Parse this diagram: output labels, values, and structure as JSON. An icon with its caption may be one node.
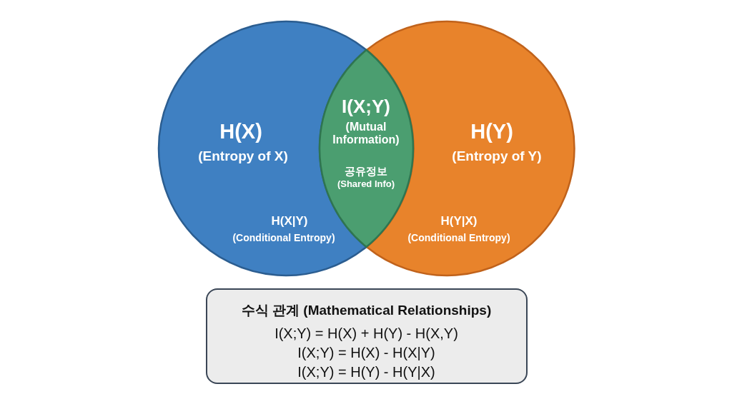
{
  "diagram": {
    "nodes": [
      {
        "text": [
          "H(X)",
          "(Entropy of X)",
          "H(X|Y)",
          "(Conditional Entropy)"
        ]
      },
      {
        "text": [
          "H(Y)",
          "(Entropy of Y)",
          "H(Y|X)",
          "(Conditional Entropy)"
        ]
      },
      {
        "text": [
          "I(X;Y)",
          "(Mutual Information)",
          "공유정보",
          "(Shared Info)"
        ]
      },
      {
        "text": [
          "수식 관계 (Mathematical Relationships)",
          "I(X;Y) = H(X) + H(Y) - H(X,Y)",
          "I(X;Y) = H(X) - H(X|Y)",
          "I(X;Y) = H(Y) - H(Y|X)"
        ]
      }
    ]
  }
}
